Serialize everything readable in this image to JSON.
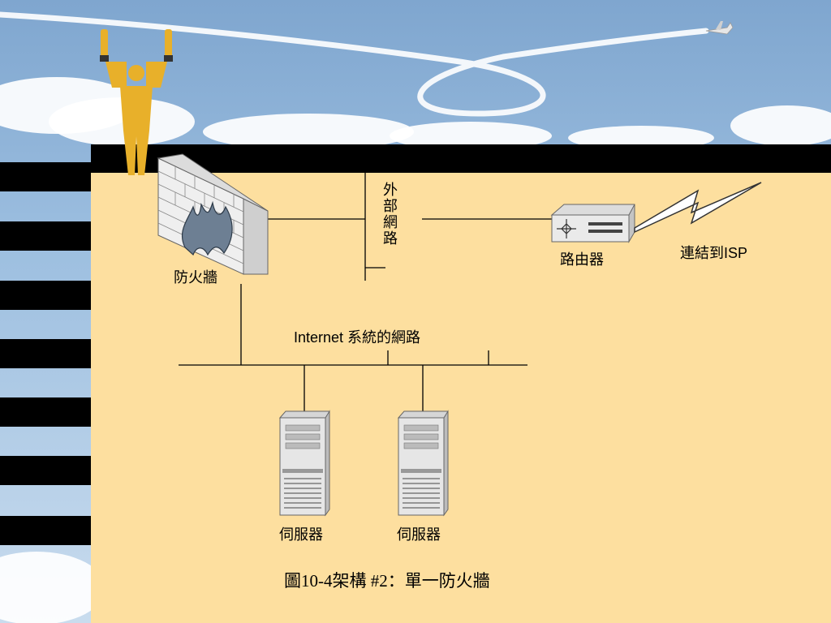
{
  "diagram": {
    "firewall_label": "防火牆",
    "router_label": "路由器",
    "isp_label": "連結到ISP",
    "external_network_label": "外部網路",
    "internal_network_label": "Internet 系統的網路",
    "server1_label": "伺服器",
    "server2_label": "伺服器",
    "caption": "圖10-4架構 #2：單一防火牆"
  },
  "icons": [
    "firewall-icon",
    "router-icon",
    "lightning-icon",
    "server-icon",
    "person-icon",
    "airplane-icon"
  ],
  "colors": {
    "panel": "#fddf9f",
    "bar": "#000000",
    "person": "#e8b02a",
    "sky": "#9dbfe0"
  }
}
